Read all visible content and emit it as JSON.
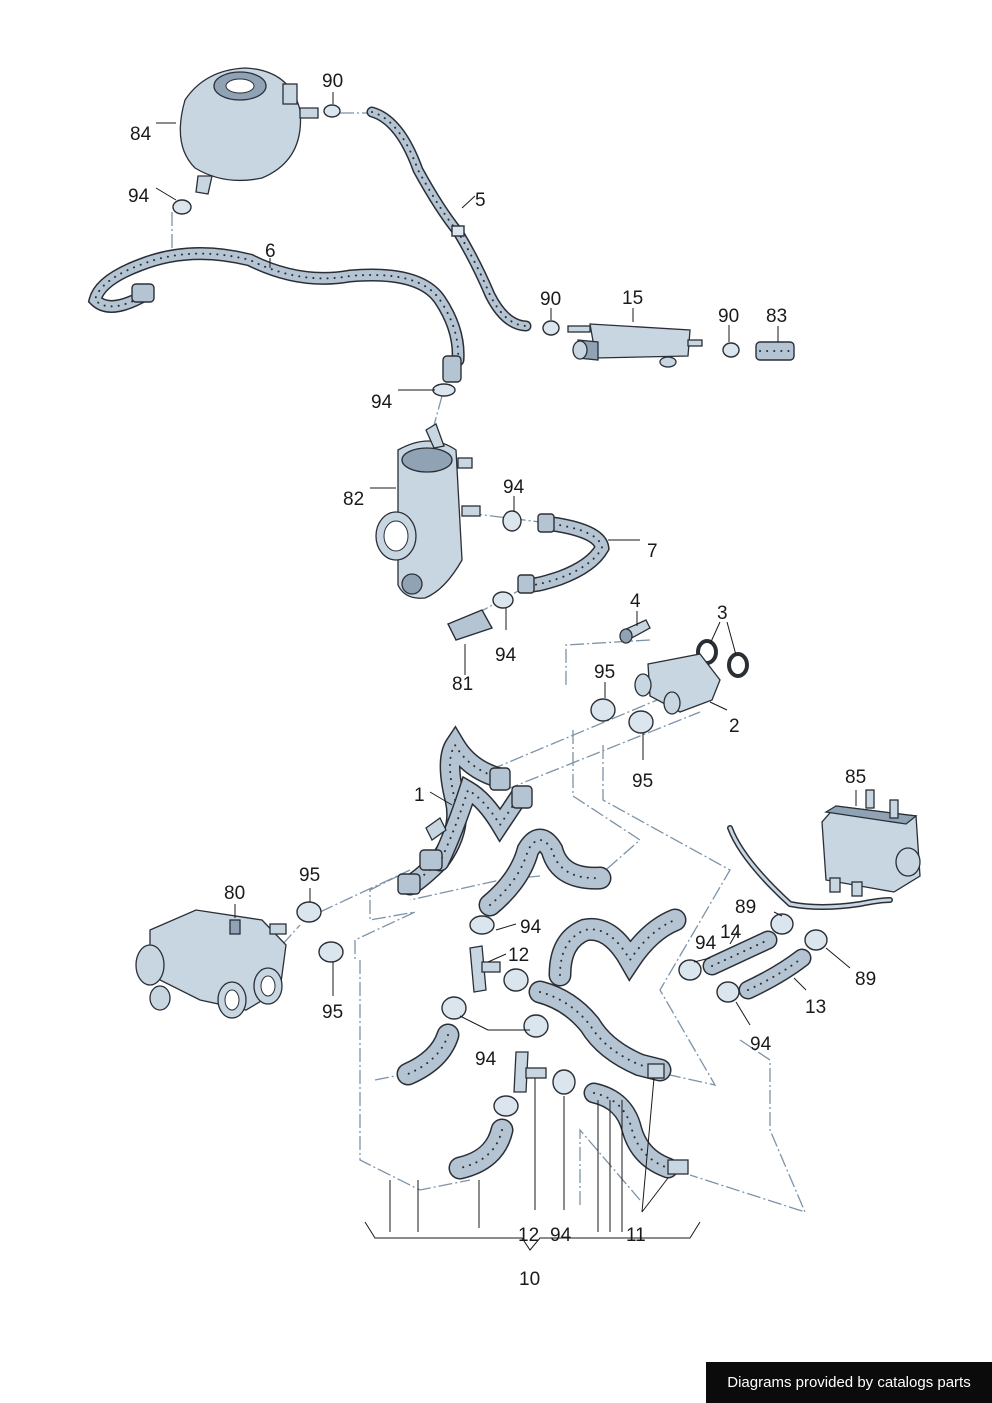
{
  "callouts": {
    "c84": "84",
    "c90a": "90",
    "c94a": "94",
    "c5": "5",
    "c6": "6",
    "c90b": "90",
    "c15": "15",
    "c90c": "90",
    "c83": "83",
    "c94b": "94",
    "c82": "82",
    "c94c": "94",
    "c7": "7",
    "c81": "81",
    "c94d": "94",
    "c4": "4",
    "c3": "3",
    "c95a": "95",
    "c2": "2",
    "c95b": "95",
    "c1": "1",
    "c85": "85",
    "c80": "80",
    "c95c": "95",
    "c95d": "95",
    "c94e": "94",
    "c12a": "12",
    "c94f": "94",
    "c89a": "89",
    "c14": "14",
    "c94g": "94",
    "c89b": "89",
    "c13": "13",
    "c94h": "94",
    "c12b": "12",
    "c94i": "94",
    "c11": "11",
    "c10": "10"
  },
  "credit": "Diagrams provided by catalogs parts",
  "colors": {
    "hose_fill": "#b5c4d2",
    "part_fill": "#c8d6e2",
    "outline": "#2a2f36",
    "dash_line": "#7d93a8",
    "banner_bg": "#0b0b0b"
  }
}
